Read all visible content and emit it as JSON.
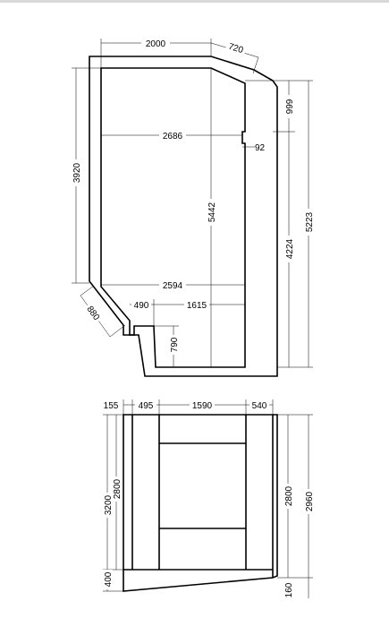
{
  "plan": {
    "dims": {
      "top_width": "2000",
      "angled_edge": "720",
      "right_upper": "999",
      "inner_width": "2686",
      "step": "92",
      "left_height": "3920",
      "inner_height": "5442",
      "right_lower": "4224",
      "right_total": "5223",
      "lower_width": "2594",
      "angled_lower": "880",
      "notch_width": "490",
      "notch_run": "1615",
      "notch_height": "790"
    }
  },
  "elevation": {
    "dims": {
      "seg1": "155",
      "seg2": "495",
      "seg3": "1590",
      "seg4": "540",
      "total_left": "3200",
      "inner_left": "2800",
      "inner_right": "2800",
      "total_right": "2960",
      "bottom_left": "400",
      "bottom_right": "160"
    }
  }
}
